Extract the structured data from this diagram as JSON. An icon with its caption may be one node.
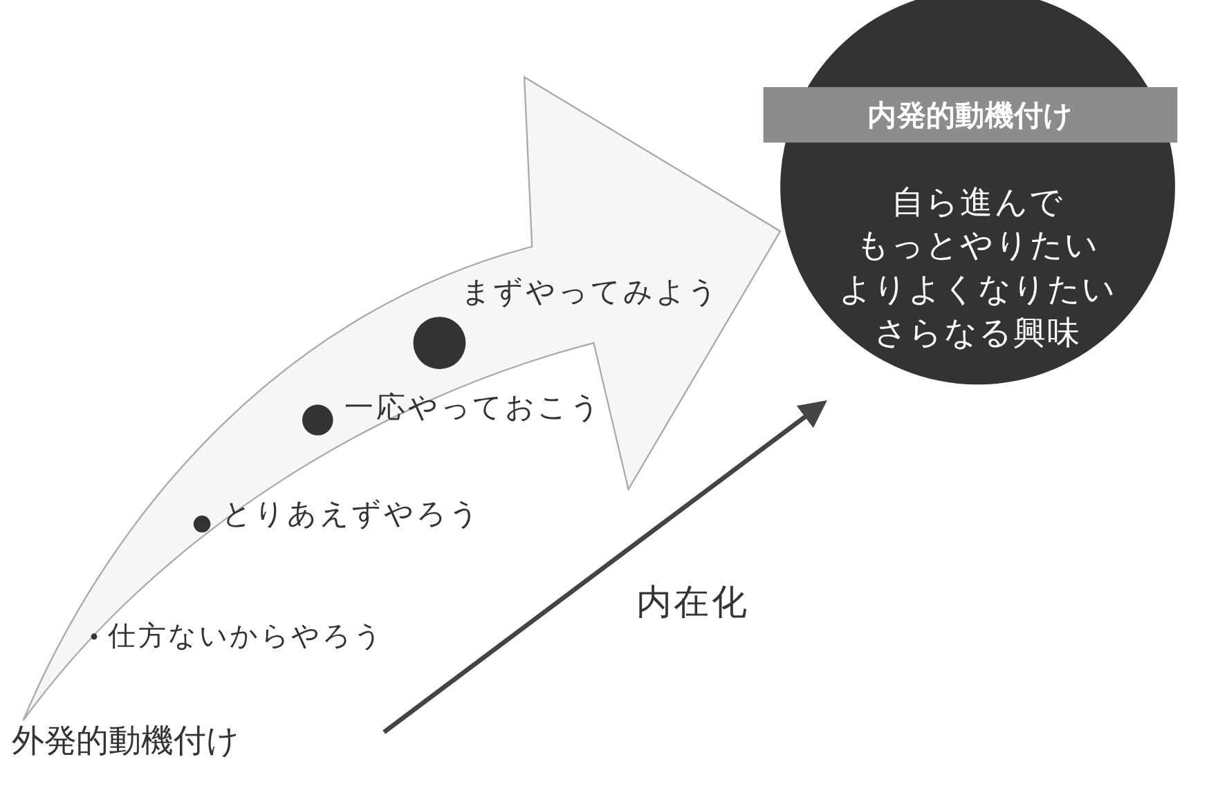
{
  "diagram": {
    "nodes": [
      {
        "text": [
          "外発的動機付け"
        ]
      },
      {
        "text": [
          "内発的動機付け"
        ],
        "in": 2
      },
      {
        "text": [
          "自ら進んで",
          "もっとやりたい",
          "よりよくなりたい",
          "さらなる興味"
        ]
      }
    ],
    "edges": [
      {
        "from": 0,
        "to": 2,
        "arrow": "to"
      }
    ],
    "labels": [
      "まずやってみよう",
      "一応やっておこう",
      "とりあえずやろう",
      "仕方ないからやろう",
      "内在化"
    ]
  }
}
